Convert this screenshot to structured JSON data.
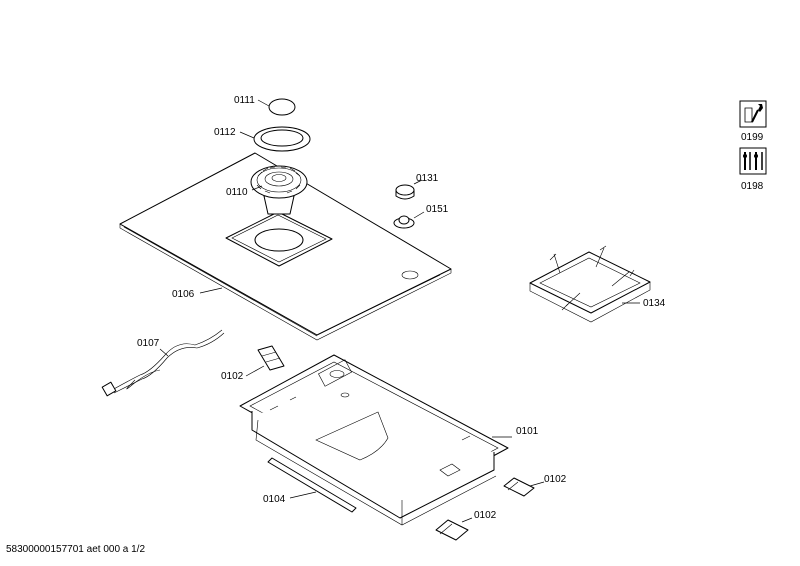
{
  "parts": {
    "p0111": "0111",
    "p0112": "0112",
    "p0110": "0110",
    "p0106": "0106",
    "p0131": "0131",
    "p0151": "0151",
    "p0134": "0134",
    "p0107": "0107",
    "p0102_top": "0102",
    "p0101": "0101",
    "p0102_right": "0102",
    "p0104": "0104",
    "p0102_bottom": "0102"
  },
  "legend": {
    "service_manual_code": "0199",
    "tools_code": "0198"
  },
  "footer": "58300000157701 aet 000 a 1/2"
}
